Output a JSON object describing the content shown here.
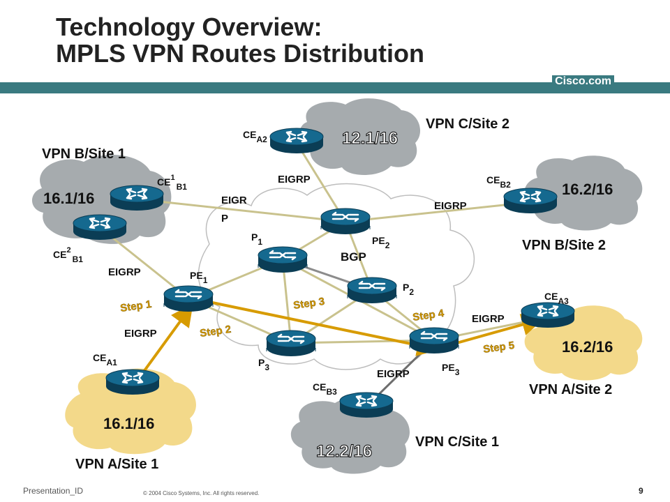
{
  "title_line1": "Technology Overview:",
  "title_line2": "MPLS VPN Routes Distribution",
  "brand": "Cisco.com",
  "footer": {
    "presentation_id": "Presentation_ID",
    "copyright": "© 2004 Cisco Systems, Inc. All rights reserved.",
    "page_number": "9"
  },
  "colors": {
    "band": "#3a7a80",
    "cloud_gray": "#a6abae",
    "cloud_gold": "#f3d98a",
    "router": "#0f4e6a",
    "step_text": "#d79b00",
    "arrow": "#d79b00"
  },
  "sites": {
    "vpn_b_site1": "VPN B/Site 1",
    "vpn_c_site2": "VPN C/Site 2",
    "vpn_b_site2": "VPN B/Site 2",
    "vpn_a_site2": "VPN A/Site 2",
    "vpn_c_site1": "VPN C/Site 1",
    "vpn_a_site1": "VPN A/Site 1"
  },
  "prefixes": {
    "b_site1": "16.1/16",
    "c_site2": "12.1/16",
    "b_site2": "16.2/16",
    "a_site2": "16.2/16",
    "c_site1": "12.2/16",
    "a_site1": "16.1/16"
  },
  "routers": {
    "ce_a2": {
      "base": "CE",
      "sub": "A2"
    },
    "ce_b2": {
      "base": "CE",
      "sub": "B2"
    },
    "ce1_b1": {
      "base": "CE",
      "sup": "1",
      "sub": "B1"
    },
    "ce2_b1": {
      "base": "CE",
      "sup": "2",
      "sub": "B1"
    },
    "pe1": {
      "base": "PE",
      "sub": "1"
    },
    "pe2": {
      "base": "PE",
      "sub": "2"
    },
    "pe3": {
      "base": "PE",
      "sub": "3"
    },
    "p1": {
      "base": "P",
      "sub": "1"
    },
    "p2": {
      "base": "P",
      "sub": "2"
    },
    "p3": {
      "base": "P",
      "sub": "3"
    },
    "ce_a3": {
      "base": "CE",
      "sub": "A3"
    },
    "ce_a1": {
      "base": "CE",
      "sub": "A1"
    },
    "ce_b3": {
      "base": "CE",
      "sub": "B3"
    }
  },
  "protocols": {
    "eigrp": "EIGRP",
    "eigr_split_1": "EIGR",
    "eigr_split_2": "P",
    "bgp": "BGP"
  },
  "steps": {
    "step1": "Step 1",
    "step2": "Step 2",
    "step3": "Step 3",
    "step4": "Step 4",
    "step5": "Step 5"
  }
}
